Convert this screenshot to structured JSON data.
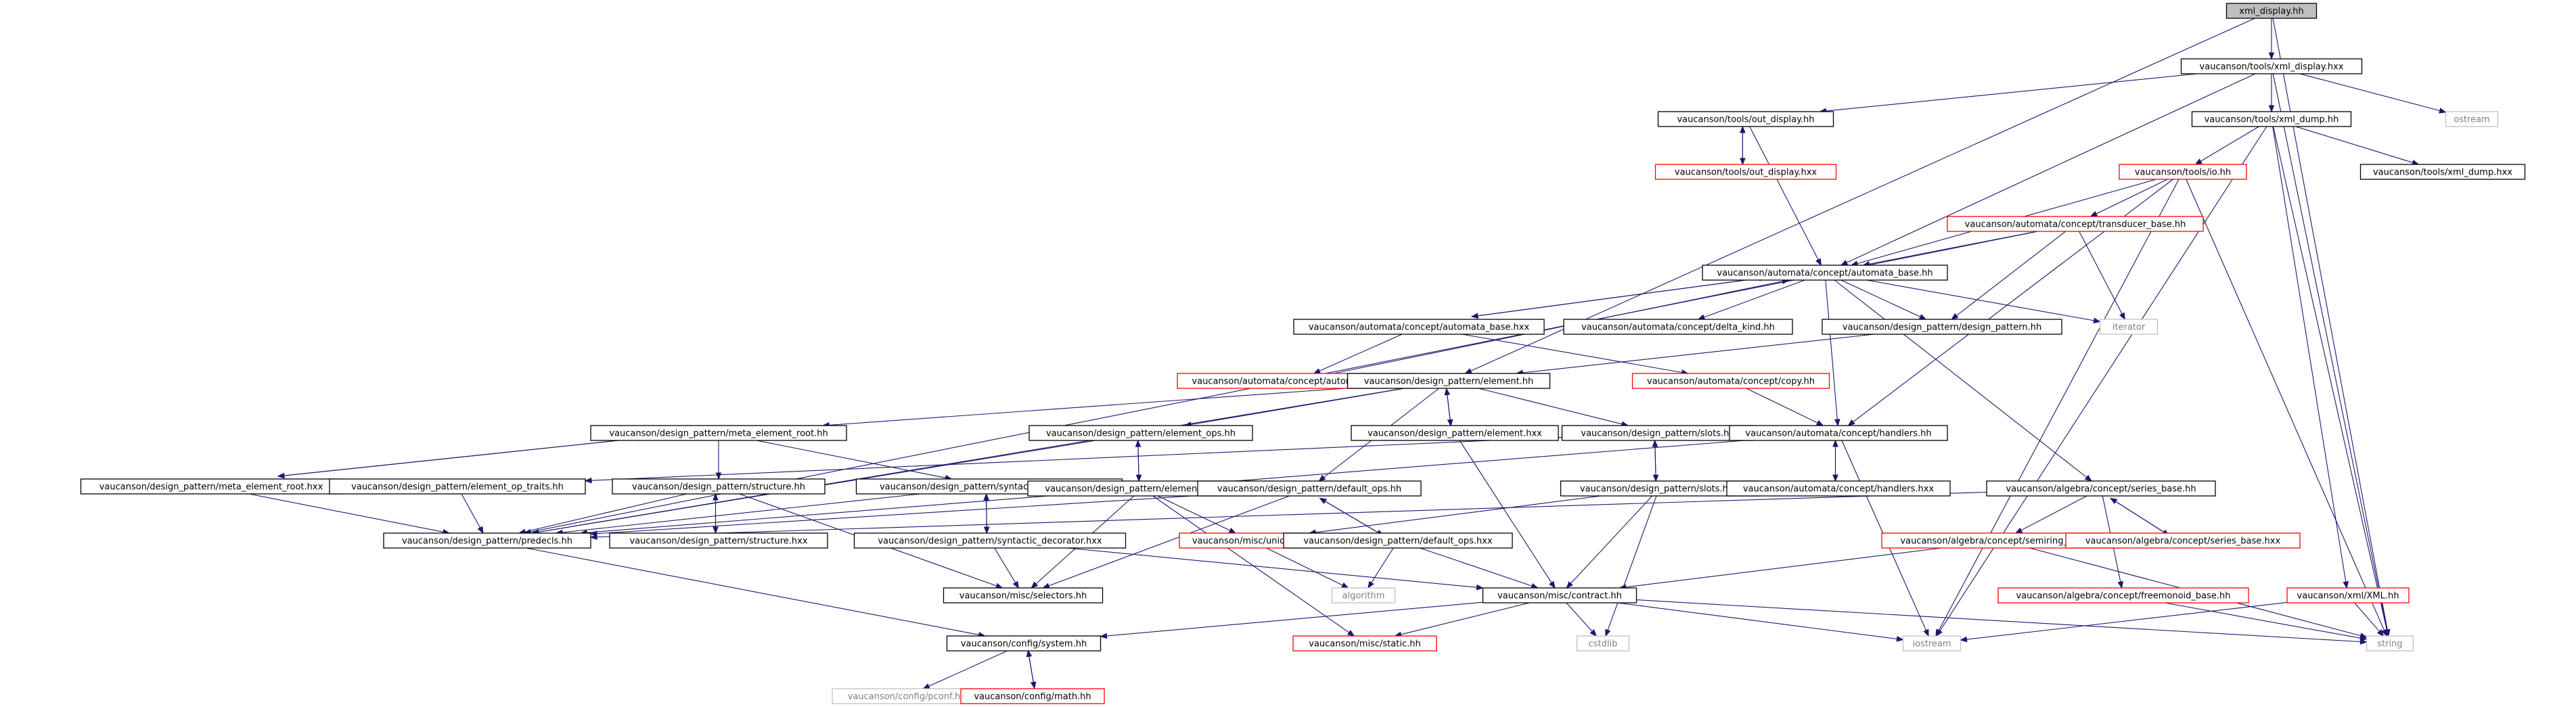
{
  "graph": {
    "nodes": [
      {
        "id": "xml_display_hh",
        "label": "xml_display.hh",
        "kind": "root"
      },
      {
        "id": "xml_display_hxx",
        "label": "vaucanson/tools/xml_display.hxx",
        "kind": "normal"
      },
      {
        "id": "ostream",
        "label": "ostream",
        "kind": "external"
      },
      {
        "id": "out_display_hh",
        "label": "vaucanson/tools/out_display.hh",
        "kind": "normal"
      },
      {
        "id": "out_display_hxx",
        "label": "vaucanson/tools/out_display.hxx",
        "kind": "truncated"
      },
      {
        "id": "xml_dump_hh",
        "label": "vaucanson/tools/xml_dump.hh",
        "kind": "normal"
      },
      {
        "id": "io_hh",
        "label": "vaucanson/tools/io.hh",
        "kind": "truncated"
      },
      {
        "id": "xml_dump_hxx",
        "label": "vaucanson/tools/xml_dump.hxx",
        "kind": "normal"
      },
      {
        "id": "transducer_base_hh",
        "label": "vaucanson/automata/concept/transducer_base.hh",
        "kind": "truncated"
      },
      {
        "id": "automata_base_hh",
        "label": "vaucanson/automata/concept/automata_base.hh",
        "kind": "normal"
      },
      {
        "id": "iterator",
        "label": "iterator",
        "kind": "external"
      },
      {
        "id": "automata_base_hxx",
        "label": "vaucanson/automata/concept/automata_base.hxx",
        "kind": "normal"
      },
      {
        "id": "delta_kind_hh",
        "label": "vaucanson/automata/concept/delta_kind.hh",
        "kind": "normal"
      },
      {
        "id": "design_pattern_hh",
        "label": "vaucanson/design_pattern/design_pattern.hh",
        "kind": "normal"
      },
      {
        "id": "automata_ops_hh",
        "label": "vaucanson/automata/concept/automata_ops.hh",
        "kind": "truncated"
      },
      {
        "id": "element_hh",
        "label": "vaucanson/design_pattern/element.hh",
        "kind": "normal"
      },
      {
        "id": "copy_hh",
        "label": "vaucanson/automata/concept/copy.hh",
        "kind": "truncated"
      },
      {
        "id": "meta_element_root_hh",
        "label": "vaucanson/design_pattern/meta_element_root.hh",
        "kind": "normal"
      },
      {
        "id": "element_ops_hh",
        "label": "vaucanson/design_pattern/element_ops.hh",
        "kind": "normal"
      },
      {
        "id": "element_hxx",
        "label": "vaucanson/design_pattern/element.hxx",
        "kind": "normal"
      },
      {
        "id": "slots_hh",
        "label": "vaucanson/design_pattern/slots.hh",
        "kind": "normal"
      },
      {
        "id": "handlers_hh",
        "label": "vaucanson/automata/concept/handlers.hh",
        "kind": "normal"
      },
      {
        "id": "meta_element_root_hxx",
        "label": "vaucanson/design_pattern/meta_element_root.hxx",
        "kind": "normal"
      },
      {
        "id": "element_op_traits_hh",
        "label": "vaucanson/design_pattern/element_op_traits.hh",
        "kind": "normal"
      },
      {
        "id": "structure_hh",
        "label": "vaucanson/design_pattern/structure.hh",
        "kind": "normal"
      },
      {
        "id": "syntactic_decorator_hh",
        "label": "vaucanson/design_pattern/syntactic_decorator.hh",
        "kind": "normal"
      },
      {
        "id": "element_ops_hxx",
        "label": "vaucanson/design_pattern/element_ops.hxx",
        "kind": "normal"
      },
      {
        "id": "default_ops_hh",
        "label": "vaucanson/design_pattern/default_ops.hh",
        "kind": "normal"
      },
      {
        "id": "slots_hxx",
        "label": "vaucanson/design_pattern/slots.hxx",
        "kind": "normal"
      },
      {
        "id": "handlers_hxx",
        "label": "vaucanson/automata/concept/handlers.hxx",
        "kind": "normal"
      },
      {
        "id": "series_base_hh",
        "label": "vaucanson/algebra/concept/series_base.hh",
        "kind": "normal"
      },
      {
        "id": "predecls_hh",
        "label": "vaucanson/design_pattern/predecls.hh",
        "kind": "normal"
      },
      {
        "id": "structure_hxx",
        "label": "vaucanson/design_pattern/structure.hxx",
        "kind": "normal"
      },
      {
        "id": "syntactic_decorator_hxx",
        "label": "vaucanson/design_pattern/syntactic_decorator.hxx",
        "kind": "normal"
      },
      {
        "id": "unique_hh",
        "label": "vaucanson/misc/unique.hh",
        "kind": "truncated"
      },
      {
        "id": "default_ops_hxx",
        "label": "vaucanson/design_pattern/default_ops.hxx",
        "kind": "normal"
      },
      {
        "id": "semiring_base_hh",
        "label": "vaucanson/algebra/concept/semiring_base.hh",
        "kind": "truncated"
      },
      {
        "id": "series_base_hxx",
        "label": "vaucanson/algebra/concept/series_base.hxx",
        "kind": "truncated"
      },
      {
        "id": "selectors_hh",
        "label": "vaucanson/misc/selectors.hh",
        "kind": "normal"
      },
      {
        "id": "algorithm",
        "label": "algorithm",
        "kind": "external"
      },
      {
        "id": "contract_hh",
        "label": "vaucanson/misc/contract.hh",
        "kind": "normal"
      },
      {
        "id": "freemonoid_base_hh",
        "label": "vaucanson/algebra/concept/freemonoid_base.hh",
        "kind": "truncated"
      },
      {
        "id": "xml_XML_hh",
        "label": "vaucanson/xml/XML.hh",
        "kind": "truncated"
      },
      {
        "id": "cstdlib",
        "label": "cstdlib",
        "kind": "external"
      },
      {
        "id": "iostream",
        "label": "iostream",
        "kind": "external"
      },
      {
        "id": "string",
        "label": "string",
        "kind": "external"
      },
      {
        "id": "system_hh",
        "label": "vaucanson/config/system.hh",
        "kind": "normal"
      },
      {
        "id": "static_hh",
        "label": "vaucanson/misc/static.hh",
        "kind": "truncated"
      },
      {
        "id": "pconf_hh",
        "label": "vaucanson/config/pconf.hh",
        "kind": "external"
      },
      {
        "id": "math_hh",
        "label": "vaucanson/config/math.hh",
        "kind": "truncated"
      }
    ],
    "edges": [
      [
        "xml_display_hh",
        "xml_display_hxx"
      ],
      [
        "xml_display_hh",
        "element_hh"
      ],
      [
        "xml_display_hh",
        "string"
      ],
      [
        "xml_display_hxx",
        "out_display_hh"
      ],
      [
        "xml_display_hxx",
        "xml_dump_hh"
      ],
      [
        "xml_display_hxx",
        "ostream"
      ],
      [
        "xml_display_hxx",
        "automata_base_hh"
      ],
      [
        "xml_display_hxx",
        "string"
      ],
      [
        "out_display_hh",
        "out_display_hxx"
      ],
      [
        "out_display_hxx",
        "out_display_hh"
      ],
      [
        "out_display_hh",
        "automata_base_hh"
      ],
      [
        "xml_dump_hh",
        "io_hh"
      ],
      [
        "xml_dump_hh",
        "xml_dump_hxx"
      ],
      [
        "xml_dump_hh",
        "xml_XML_hh"
      ],
      [
        "xml_dump_hh",
        "iostream"
      ],
      [
        "xml_dump_hh",
        "string"
      ],
      [
        "io_hh",
        "transducer_base_hh"
      ],
      [
        "io_hh",
        "automata_base_hh"
      ],
      [
        "io_hh",
        "handlers_hh"
      ],
      [
        "io_hh",
        "iostream"
      ],
      [
        "io_hh",
        "string"
      ],
      [
        "transducer_base_hh",
        "automata_base_hh"
      ],
      [
        "transducer_base_hh",
        "design_pattern_hh"
      ],
      [
        "transducer_base_hh",
        "iterator"
      ],
      [
        "transducer_base_hh",
        "predecls_hh"
      ],
      [
        "automata_base_hh",
        "automata_base_hxx"
      ],
      [
        "automata_base_hxx",
        "automata_base_hh"
      ],
      [
        "automata_base_hh",
        "delta_kind_hh"
      ],
      [
        "automata_base_hh",
        "design_pattern_hh"
      ],
      [
        "automata_base_hh",
        "iterator"
      ],
      [
        "automata_base_hh",
        "handlers_hh"
      ],
      [
        "automata_base_hh",
        "series_base_hh"
      ],
      [
        "automata_base_hxx",
        "automata_ops_hh"
      ],
      [
        "automata_base_hxx",
        "copy_hh"
      ],
      [
        "automata_ops_hh",
        "automata_base_hh"
      ],
      [
        "design_pattern_hh",
        "element_hh"
      ],
      [
        "copy_hh",
        "handlers_hh"
      ],
      [
        "element_hh",
        "meta_element_root_hh"
      ],
      [
        "element_hh",
        "element_ops_hh"
      ],
      [
        "element_hh",
        "element_hxx"
      ],
      [
        "element_hxx",
        "element_hh"
      ],
      [
        "element_hh",
        "slots_hh"
      ],
      [
        "element_hh",
        "default_ops_hh"
      ],
      [
        "element_hh",
        "predecls_hh"
      ],
      [
        "meta_element_root_hh",
        "meta_element_root_hxx"
      ],
      [
        "meta_element_root_hxx",
        "meta_element_root_hh"
      ],
      [
        "meta_element_root_hh",
        "structure_hh"
      ],
      [
        "meta_element_root_hh",
        "syntactic_decorator_hh"
      ],
      [
        "element_ops_hh",
        "element_ops_hxx"
      ],
      [
        "element_ops_hxx",
        "element_ops_hh"
      ],
      [
        "element_ops_hh",
        "predecls_hh"
      ],
      [
        "element_ops_hxx",
        "unique_hh"
      ],
      [
        "element_ops_hxx",
        "selectors_hh"
      ],
      [
        "element_ops_hxx",
        "static_hh"
      ],
      [
        "element_hxx",
        "contract_hh"
      ],
      [
        "slots_hh",
        "slots_hxx"
      ],
      [
        "slots_hxx",
        "slots_hh"
      ],
      [
        "slots_hh",
        "element_op_traits_hh"
      ],
      [
        "slots_hxx",
        "unique_hh"
      ],
      [
        "slots_hxx",
        "contract_hh"
      ],
      [
        "slots_hxx",
        "cstdlib"
      ],
      [
        "handlers_hh",
        "handlers_hxx"
      ],
      [
        "handlers_hxx",
        "handlers_hh"
      ],
      [
        "handlers_hh",
        "predecls_hh"
      ],
      [
        "handlers_hh",
        "iostream"
      ],
      [
        "meta_element_root_hxx",
        "predecls_hh"
      ],
      [
        "element_op_traits_hh",
        "predecls_hh"
      ],
      [
        "structure_hh",
        "structure_hxx"
      ],
      [
        "structure_hxx",
        "structure_hh"
      ],
      [
        "structure_hh",
        "predecls_hh"
      ],
      [
        "structure_hh",
        "selectors_hh"
      ],
      [
        "syntactic_decorator_hh",
        "syntactic_decorator_hxx"
      ],
      [
        "syntactic_decorator_hxx",
        "syntactic_decorator_hh"
      ],
      [
        "syntactic_decorator_hh",
        "predecls_hh"
      ],
      [
        "syntactic_decorator_hxx",
        "selectors_hh"
      ],
      [
        "syntactic_decorator_hxx",
        "contract_hh"
      ],
      [
        "default_ops_hh",
        "default_ops_hxx"
      ],
      [
        "default_ops_hxx",
        "default_ops_hh"
      ],
      [
        "default_ops_hh",
        "predecls_hh"
      ],
      [
        "default_ops_hh",
        "selectors_hh"
      ],
      [
        "default_ops_hxx",
        "contract_hh"
      ],
      [
        "default_ops_hxx",
        "algorithm"
      ],
      [
        "unique_hh",
        "algorithm"
      ],
      [
        "series_base_hh",
        "series_base_hxx"
      ],
      [
        "series_base_hxx",
        "series_base_hh"
      ],
      [
        "series_base_hh",
        "semiring_base_hh"
      ],
      [
        "series_base_hh",
        "freemonoid_base_hh"
      ],
      [
        "series_base_hh",
        "predecls_hh"
      ],
      [
        "semiring_base_hh",
        "contract_hh"
      ],
      [
        "semiring_base_hh",
        "string"
      ],
      [
        "freemonoid_base_hh",
        "string"
      ],
      [
        "xml_XML_hh",
        "iostream"
      ],
      [
        "xml_XML_hh",
        "string"
      ],
      [
        "predecls_hh",
        "system_hh"
      ],
      [
        "contract_hh",
        "system_hh"
      ],
      [
        "contract_hh",
        "static_hh"
      ],
      [
        "contract_hh",
        "cstdlib"
      ],
      [
        "contract_hh",
        "iostream"
      ],
      [
        "contract_hh",
        "string"
      ],
      [
        "system_hh",
        "pconf_hh"
      ],
      [
        "system_hh",
        "math_hh"
      ],
      [
        "math_hh",
        "system_hh"
      ]
    ]
  },
  "colors": {
    "edge": "#191970",
    "normal_border": "#000000",
    "truncated_border": "#ff0000",
    "external_border": "#bfbfbf",
    "external_text": "#808080",
    "root_fill": "#bfbfbf",
    "node_fill": "#ffffff",
    "text": "#000000"
  }
}
